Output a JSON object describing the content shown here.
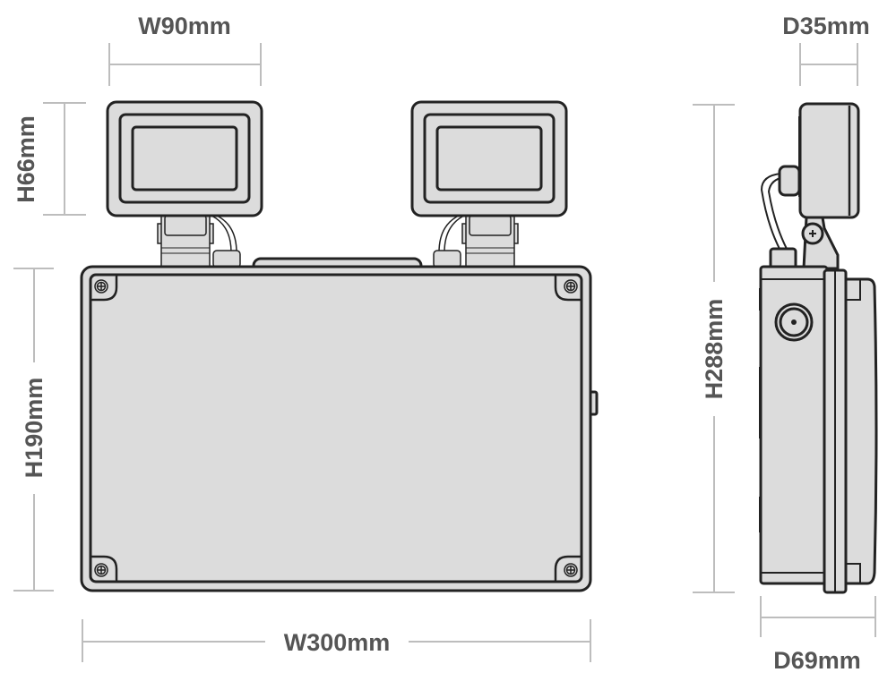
{
  "dimensions": {
    "head_width": "W90mm",
    "head_height": "H66mm",
    "body_height": "H190mm",
    "body_width": "W300mm",
    "head_depth": "D35mm",
    "total_height": "H288mm",
    "body_depth": "D69mm"
  },
  "colors": {
    "fill": "#dcdcdc",
    "outline": "#222222",
    "dimension_line": "#bdbdbd",
    "label": "#555555"
  }
}
